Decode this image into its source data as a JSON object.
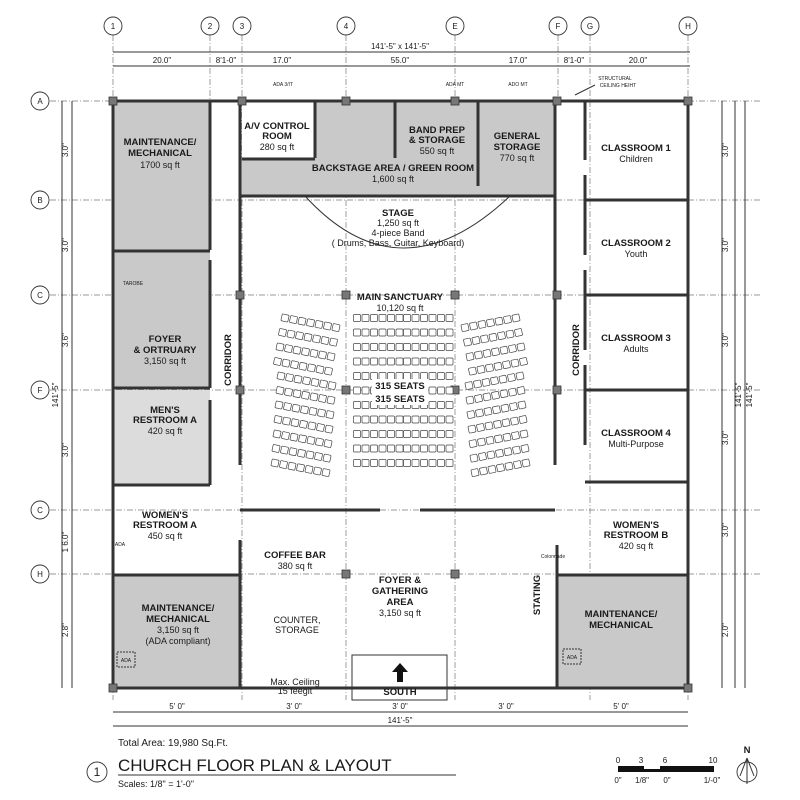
{
  "grid": {
    "columns": [
      "1",
      "2",
      "3",
      "4",
      "E",
      "F",
      "G",
      "H"
    ],
    "rows": [
      "A",
      "B",
      "C",
      "F",
      "C",
      "H"
    ]
  },
  "dimensions": {
    "overall": "141'-5\" x 141'-5\"",
    "top": [
      "20.0\"",
      "8'1-0\"",
      "17.0\"",
      "55.0\"",
      "17.0\"",
      "8'1-0\"",
      "20.0\""
    ],
    "bottom": [
      "5' 0\"",
      "3' 0\"",
      "3' 0\"",
      "3' 0\"",
      "5' 0\""
    ],
    "bottom_total": "141'-5\"",
    "left": [
      "3.0\"",
      "3.0\"",
      "3.6\"",
      "3.0\"",
      "1 6.0\"",
      "2.8\""
    ],
    "left_total": "141'-5\"",
    "right": [
      "3.0\"",
      "3.0\"",
      "3.0\"",
      "3.0\"",
      "3.0\"",
      "2.0\""
    ],
    "right_total_a": "141'-5\"",
    "right_total_b": "141'-5\""
  },
  "annotations": {
    "ada_top_1": "ADA 3/IT",
    "ada_top_2": "ADA MT",
    "ada_top_3": "ADO MT",
    "structural": "STRUCTURAL",
    "ceiling_height": "CEILING HEIHT",
    "tarobe": "TAROBE",
    "ada": "ADA",
    "colonnade": "Colonnade",
    "max_ceiling": "Max. Ceiling",
    "max_ceiling_value": "15 feegit",
    "seating": "STATING",
    "south": "SOUTH"
  },
  "rooms": {
    "maint_1": {
      "name_1": "MAINTENANCE/",
      "name_2": "MECHANICAL",
      "area": "1700 sq ft"
    },
    "av": {
      "name_1": "A/V CONTROL",
      "name_2": "ROOM",
      "area": "280 sq ft"
    },
    "band": {
      "name_1": "BAND PREP",
      "name_2": "& STORAGE",
      "area": "550 sq ft"
    },
    "storage": {
      "name_1": "GENERAL",
      "name_2": "STORAGE",
      "area": "770 sq ft"
    },
    "backstage": {
      "name": "BACKSTAGE AREA / GREEN ROOM",
      "area": "1,600 sq ft"
    },
    "stage": {
      "name": "STAGE",
      "area": "1,250 sq ft",
      "note_1": "4-piece Band",
      "note_2": "( Drums, Bass, Guitar, Keyboard)"
    },
    "sanctuary": {
      "name": "MAIN SANCTUARY",
      "area": "10,120 sq ft",
      "seats_1": "315 SEATS",
      "seats_2": "315 SEATS"
    },
    "foyer_left": {
      "name_1": "FOYER",
      "name_2": "& ORTRUARY",
      "area": "3,150 sq ft"
    },
    "mens_a": {
      "name_1": "MEN'S",
      "name_2": "RESTROOM A",
      "area": "420 sq ft"
    },
    "womens_a": {
      "name_1": "WOMEN'S",
      "name_2": "RESTROOM A",
      "area": "450 sq ft"
    },
    "maint_2": {
      "name_1": "MAINTENANCE/",
      "name_2": "MECHANICAL",
      "area": "3,150 sq ft",
      "note": "(ADA compliant)"
    },
    "coffee": {
      "name": "COFFEE BAR",
      "area": "380 sq ft",
      "sub_1": "COUNTER,",
      "sub_2": "STORAGE"
    },
    "foyer_main": {
      "name_1": "FOYER &",
      "name_2": "GATHERING",
      "name_3": "AREA",
      "area": "3,150 sq ft"
    },
    "corridor_left": "CORRIDOR",
    "corridor_right": "CORRIDOR",
    "classroom_1": {
      "name": "CLASSROOM 1",
      "sub": "Children"
    },
    "classroom_2": {
      "name": "CLASSROOM 2",
      "sub": "Youth"
    },
    "classroom_3": {
      "name": "CLASSROOM 3",
      "sub": "Adults"
    },
    "classroom_4": {
      "name": "CLASSROOM 4",
      "sub": "Multi-Purpose"
    },
    "womens_b": {
      "name_1": "WOMEN'S",
      "name_2": "RESTROOM B",
      "area": "420 sq ft"
    },
    "maint_3": {
      "name_1": "MAINTENANCE/",
      "name_2": "MECHANICAL"
    }
  },
  "footer": {
    "total_area": "Total Area: 19,980 Sq.Ft.",
    "drawing_number": "1",
    "title": "CHURCH FLOOR PLAN & LAYOUT",
    "scale": "Scales: 1/8\" = 1'-0\"",
    "scale_top": [
      "0",
      "3",
      "6",
      "10"
    ],
    "scale_bottom": [
      "0\"",
      "1/8\"",
      "0\"",
      "1/-0\""
    ],
    "north": "N"
  }
}
